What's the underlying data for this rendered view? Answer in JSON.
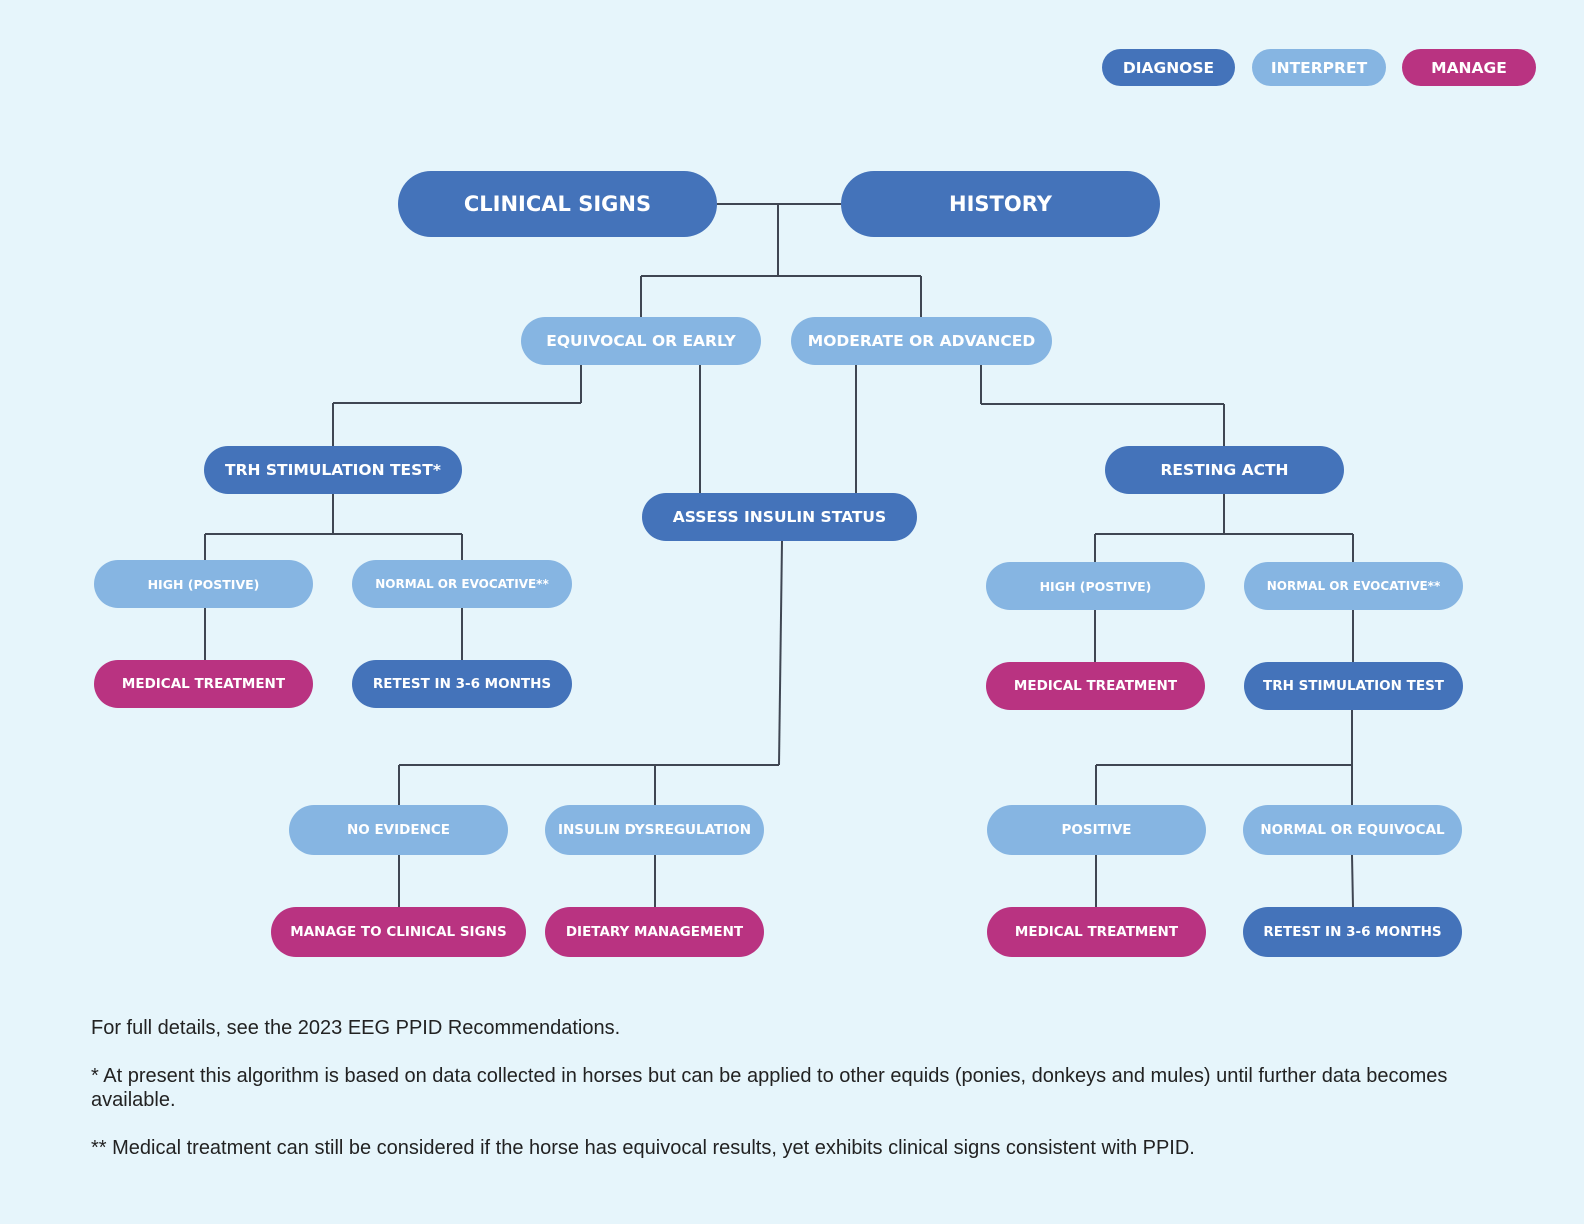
{
  "legend": {
    "diagnose": "DIAGNOSE",
    "interpret": "INTERPRET",
    "manage": "MANAGE"
  },
  "colors": {
    "diagnose": "#4473ba",
    "interpret": "#86b5e2",
    "manage": "#b93381",
    "background": "#e6f5fb",
    "connector": "#3f4652"
  },
  "nodes": {
    "clinical_signs": "CLINICAL SIGNS",
    "history": "HISTORY",
    "equivocal_or_early": "EQUIVOCAL OR EARLY",
    "moderate_or_advanced": "MODERATE OR ADVANCED",
    "trh_stimulation_test_star": "TRH STIMULATION TEST*",
    "assess_insulin_status": "ASSESS INSULIN STATUS",
    "resting_acth": "RESTING ACTH",
    "left_high": "HIGH (POSTIVE)",
    "left_normal": "NORMAL OR EVOCATIVE**",
    "left_medical": "MEDICAL TREATMENT",
    "left_retest": "RETEST IN 3-6 MONTHS",
    "right_high": "HIGH (POSTIVE)",
    "right_normal": "NORMAL OR EVOCATIVE**",
    "right_medical": "MEDICAL TREATMENT",
    "right_trh": "TRH STIMULATION TEST",
    "no_evidence": "NO EVIDENCE",
    "insulin_dysregulation": "INSULIN DYSREGULATION",
    "manage_clinical_signs": "MANAGE TO CLINICAL SIGNS",
    "dietary_management": "DIETARY MANAGEMENT",
    "positive": "POSITIVE",
    "normal_or_equivocal": "NORMAL OR EQUIVOCAL",
    "bottom_medical": "MEDICAL TREATMENT",
    "bottom_retest": "RETEST IN 3-6 MONTHS"
  },
  "notes": {
    "full_details": "For full details, see the 2023 EEG PPID Recommendations.",
    "footnote_1": "* At present this algorithm is based on data collected in horses but can be applied to other equids (ponies, donkeys and mules) until further data becomes available.",
    "footnote_2": "** Medical treatment can still be considered if the horse has equivocal results, yet exhibits clinical signs consistent with PPID."
  }
}
